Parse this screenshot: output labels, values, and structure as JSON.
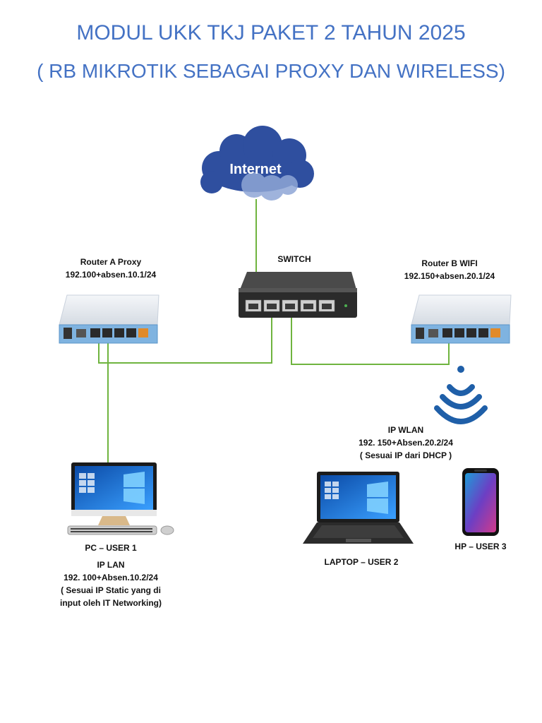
{
  "title": "MODUL UKK TKJ PAKET 2 TAHUN 2025",
  "subtitle": "( RB MIKROTIK SEBAGAI PROXY DAN WIRELESS)",
  "internet": {
    "label": "Internet"
  },
  "switch": {
    "label": "SWITCH"
  },
  "router_a": {
    "name": "Router A Proxy",
    "ip": "192.100+absen.10.1/24"
  },
  "router_b": {
    "name": "Router B WIFI",
    "ip": "192.150+absen.20.1/24"
  },
  "wlan": {
    "title": "IP WLAN",
    "ip": "192. 150+Absen.20.2/24",
    "note": "( Sesuai IP dari DHCP )"
  },
  "pc": {
    "name": "PC – USER 1",
    "ip_title": "IP LAN",
    "ip": "192. 100+Absen.10.2/24",
    "note1": "( Sesuai IP Static yang di",
    "note2": "input oleh IT Networking)"
  },
  "laptop": {
    "name": "LAPTOP – USER 2"
  },
  "phone": {
    "name": "HP – USER 3"
  },
  "colors": {
    "title": "#4472c4",
    "cable": "#6fb43f",
    "cloud": "#2f4f9f",
    "wifi": "#1f5fa8"
  }
}
